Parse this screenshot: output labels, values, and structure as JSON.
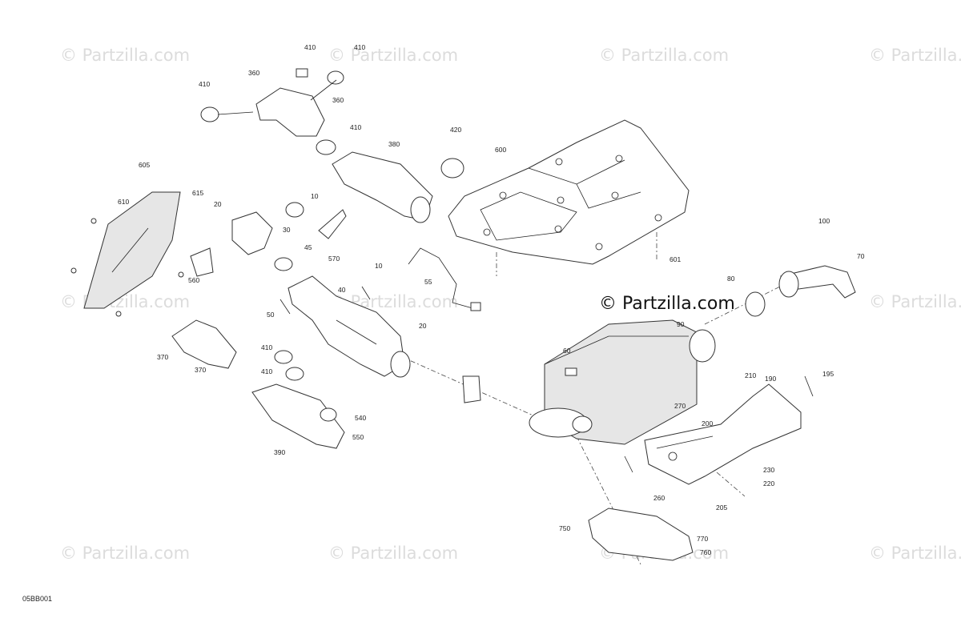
{
  "diagram": {
    "code": "05BB001",
    "watermark": "© Partzilla.com",
    "colors": {
      "line": "#222222",
      "mesh": "#e6e6e6",
      "watermark": "#dcdcdc"
    },
    "labels": [
      {
        "id": "l410a",
        "text": "410"
      },
      {
        "id": "l410b",
        "text": "410"
      },
      {
        "id": "l410c",
        "text": "410"
      },
      {
        "id": "l360a",
        "text": "360"
      },
      {
        "id": "l360b",
        "text": "360"
      },
      {
        "id": "l410d",
        "text": "410"
      },
      {
        "id": "l420",
        "text": "420"
      },
      {
        "id": "l380",
        "text": "380"
      },
      {
        "id": "l600",
        "text": "600"
      },
      {
        "id": "l605",
        "text": "605"
      },
      {
        "id": "l610",
        "text": "610"
      },
      {
        "id": "l615",
        "text": "615"
      },
      {
        "id": "l20a",
        "text": "20"
      },
      {
        "id": "l10a",
        "text": "10"
      },
      {
        "id": "l30",
        "text": "30"
      },
      {
        "id": "l45",
        "text": "45"
      },
      {
        "id": "l570",
        "text": "570"
      },
      {
        "id": "l560",
        "text": "560"
      },
      {
        "id": "l10b",
        "text": "10"
      },
      {
        "id": "l55",
        "text": "55"
      },
      {
        "id": "l40",
        "text": "40"
      },
      {
        "id": "l50",
        "text": "50"
      },
      {
        "id": "l20b",
        "text": "20"
      },
      {
        "id": "l601",
        "text": "601"
      },
      {
        "id": "l100",
        "text": "100"
      },
      {
        "id": "l70",
        "text": "70"
      },
      {
        "id": "l80",
        "text": "80"
      },
      {
        "id": "l90",
        "text": "90"
      },
      {
        "id": "l60",
        "text": "60"
      },
      {
        "id": "l370a",
        "text": "370"
      },
      {
        "id": "l370b",
        "text": "370"
      },
      {
        "id": "l410e",
        "text": "410"
      },
      {
        "id": "l410f",
        "text": "410"
      },
      {
        "id": "l540",
        "text": "540"
      },
      {
        "id": "l550",
        "text": "550"
      },
      {
        "id": "l390",
        "text": "390"
      },
      {
        "id": "l210",
        "text": "210"
      },
      {
        "id": "l190",
        "text": "190"
      },
      {
        "id": "l195",
        "text": "195"
      },
      {
        "id": "l270",
        "text": "270"
      },
      {
        "id": "l200",
        "text": "200"
      },
      {
        "id": "l230",
        "text": "230"
      },
      {
        "id": "l220",
        "text": "220"
      },
      {
        "id": "l260",
        "text": "260"
      },
      {
        "id": "l205",
        "text": "205"
      },
      {
        "id": "l750",
        "text": "750"
      },
      {
        "id": "l770",
        "text": "770"
      },
      {
        "id": "l760",
        "text": "760"
      }
    ]
  }
}
